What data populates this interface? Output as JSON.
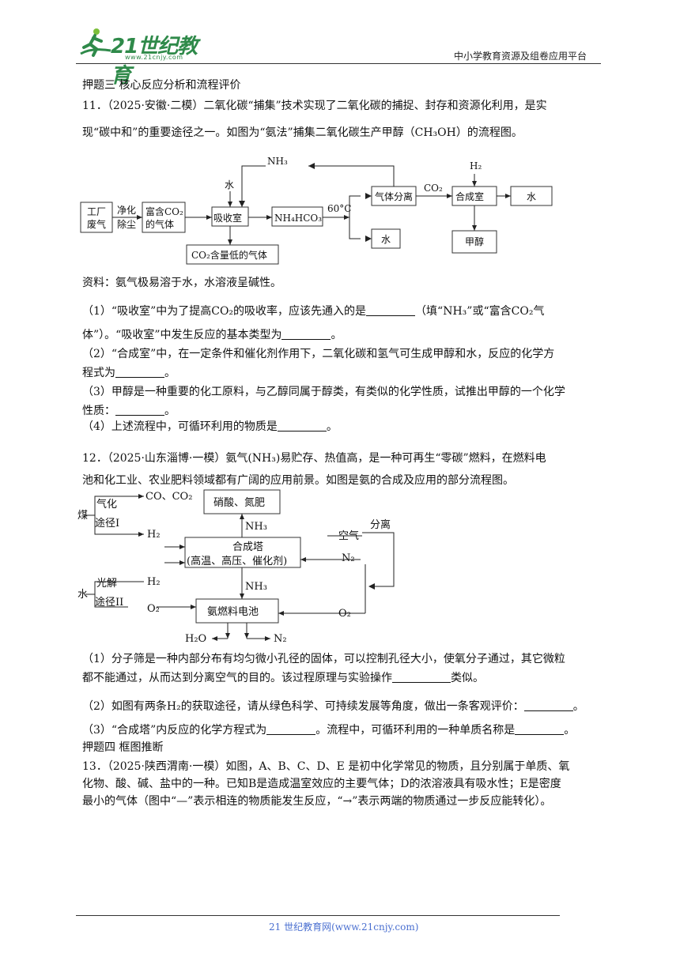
{
  "header": {
    "logo_text": "21世纪教育",
    "logo_url": "www.21cnjy.com",
    "platform": "中小学教育资源及组卷应用平台"
  },
  "section3": {
    "title": "押题三 核心反应分析和流程评价"
  },
  "q11": {
    "line1": "11．（2025·安徽·二模）二氧化碳“捕集”技术实现了二氧化碳的捕捉、封存和资源化利用，是实",
    "line2_a": "现“碳中和”的重要途径之一。如图为“氨法”捕集二氧化碳生产甲醇（",
    "line2_formula": "CH₃OH",
    "line2_b": "）的流程图。",
    "diagram": {
      "factory_gas": "工厂\n废气",
      "purify": "净化\n除尘",
      "rich_co2": "富含CO₂\n的气体",
      "water_top": "水",
      "absorb": "吸收室",
      "nh3_top": "NH₃",
      "nh4hco3": "NH₄HCO₃",
      "temp": "60°C",
      "gas_sep": "气体分离",
      "co2": "CO₂",
      "h2": "H₂",
      "synth": "合成室",
      "water_out": "水",
      "water_sep": "水",
      "methanol": "甲醇",
      "low_co2": "CO₂含量低的气体"
    },
    "info": "资料：氨气极易溶于水，水溶液呈碱性。",
    "p1_a": "（1）“吸收室”中为了提高",
    "p1_formula1": "CO₂",
    "p1_b": "的吸收率，应该先通入的是",
    "p1_c": "（填“",
    "p1_formula2": "NH₃",
    "p1_d": "”或“富含",
    "p1_formula3": "CO₂",
    "p1_e": "气",
    "p1_line2_a": "体”）。“吸收室”中发生反应的基本类型为",
    "p1_line2_b": "。",
    "p2_line1": "（2）“合成室”中，在一定条件和催化剂作用下，二氧化碳和氢气可生成甲醇和水，反应的化学方",
    "p2_line2_a": "程式为",
    "p2_line2_b": "。",
    "p3_line1": "（3）甲醇是一种重要的化工原料，与乙醇同属于醇类，有类似的化学性质，试推出甲醇的一个化学",
    "p3_line2_a": "性质：",
    "p3_line2_b": "。",
    "p4_a": "（4）上述流程中，可循环利用的物质是",
    "p4_b": "。"
  },
  "q12": {
    "line1_a": "12．（2025·山东淄博·一模）氨气",
    "line1_formula": "(NH₃)",
    "line1_b": "易贮存、热值高，是一种可再生“零碳”燃料，在燃料电",
    "line2": "池和化工业、农业肥料领域都有广阔的应用前景。如图是氨的合成及应用的部分流程图。",
    "diagram": {
      "coal": "煤",
      "gasify": "气化",
      "route1": "途径I",
      "co_co2": "CO、CO₂",
      "nitric": "硝酸、氮肥",
      "nh3_up": "NH₃",
      "air": "空气",
      "separate": "分离",
      "h2_a": "H₂",
      "synth_tower": "合成塔",
      "conditions": "(高温、高压、催化剂)",
      "n2_in": "N₂",
      "water": "水",
      "photolysis": "光解",
      "route2": "途径II",
      "h2_b": "H₂",
      "nh3_down": "NH₃",
      "o2_a": "O₂",
      "fuel_cell": "氨燃料电池",
      "o2_b": "O₂",
      "h2o": "H₂O",
      "n2_out": "N₂"
    },
    "p1_line1": "（1）分子筛是一种内部分布有均匀微小孔径的固体，可以控制孔径大小，使氧分子通过，其它微粒",
    "p1_line2_a": "都不能通过，从而达到分离空气的目的。该过程原理与实验操作",
    "p1_line2_b": "类似。",
    "p2_a": "（2）如图有两条",
    "p2_formula": "H₂",
    "p2_b": "的获取途径，请从绿色科学、可持续发展等角度，做出一条客观评价：",
    "p2_c": "。",
    "p3_a": "（3）“合成塔”内反应的化学方程式为",
    "p3_b": "。流程中，可循环利用的一种单质名称是",
    "p3_c": "。"
  },
  "section4": {
    "title": "押题四 框图推断"
  },
  "q13": {
    "line1": "13．（2025·陕西渭南·一模）如图，A、B、C、D、E 是初中化学常见的物质，且分别属于单质、氧",
    "line2": "化物、酸、碱、盐中的一种。已知B是造成温室效应的主要气体；D的浓溶液具有吸水性；E是密度",
    "line3": "最小的气体（图中“—”表示相连的物质能发生反应，“→”表示两端的物质通过一步反应能转化）。"
  },
  "footer": {
    "text": "21 世纪教育网(www.21cnjy.com)"
  }
}
